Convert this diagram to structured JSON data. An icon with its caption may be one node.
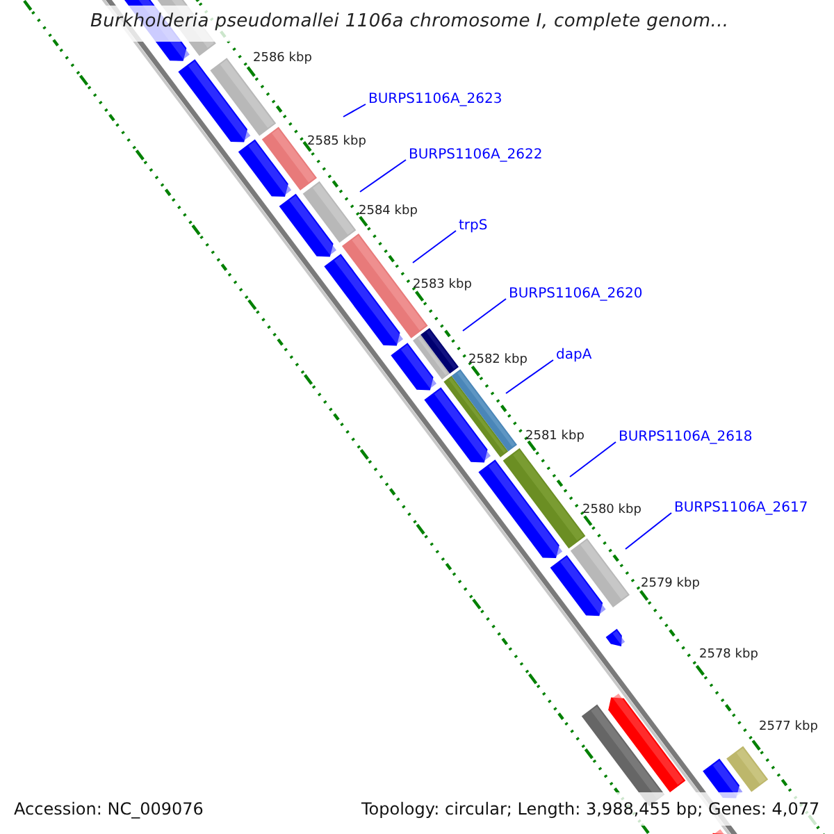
{
  "diagram": {
    "title": "Burkholderia pseudomallei 1106a chromosome I, complete genom...",
    "nodes": [
      {
        "text": [
          "BURPS1106A_2623"
        ]
      },
      {
        "text": [
          "BURPS1106A_2622"
        ]
      },
      {
        "text": [
          "trpS"
        ]
      },
      {
        "text": [
          "BURPS1106A_2620"
        ]
      },
      {
        "text": [
          "dapA"
        ]
      },
      {
        "text": [
          "BURPS1106A_2618"
        ]
      },
      {
        "text": [
          "BURPS1106A_2617"
        ]
      }
    ],
    "edges": [
      {
        "from": 0,
        "to": null,
        "arrow": "none"
      },
      {
        "from": 1,
        "to": null,
        "arrow": "none"
      },
      {
        "from": 2,
        "to": null,
        "arrow": "none"
      },
      {
        "from": 3,
        "to": null,
        "arrow": "none"
      },
      {
        "from": 4,
        "to": null,
        "arrow": "none"
      },
      {
        "from": 5,
        "to": null,
        "arrow": "none"
      },
      {
        "from": 6,
        "to": null,
        "arrow": "none"
      }
    ],
    "labels": [
      "2586 kbp",
      "2585 kbp",
      "2584 kbp",
      "2583 kbp",
      "2582 kbp",
      "2581 kbp",
      "2580 kbp",
      "2579 kbp",
      "2578 kbp",
      "2577 kbp",
      "Accession: NC_009076",
      "Topology: circular; Length: 3,988,455 bp; Genes: 4,077"
    ]
  }
}
